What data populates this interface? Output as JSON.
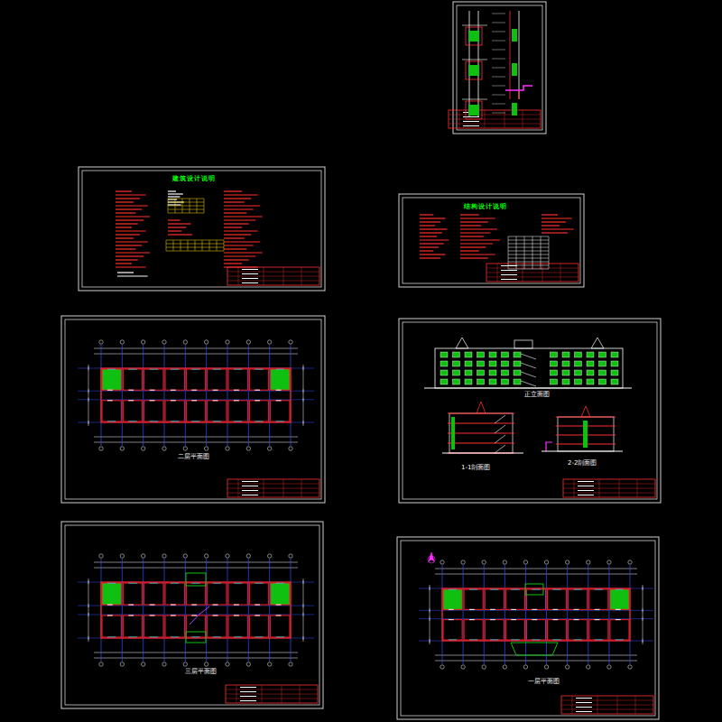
{
  "diagram": {
    "labels": [
      "建筑设计说明",
      "结构设计说明",
      "二层平面图",
      "正立面图",
      "1-1剖面图",
      "2-2剖面图",
      "三层平面图",
      "一层平面图"
    ]
  }
}
